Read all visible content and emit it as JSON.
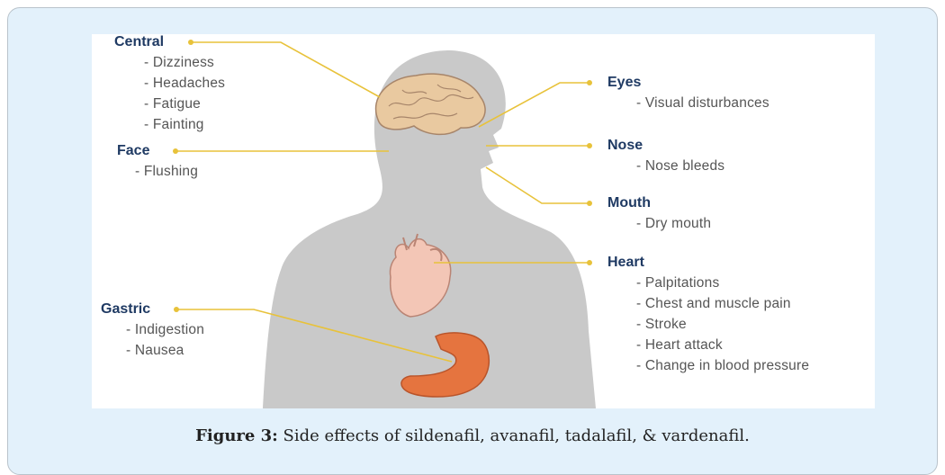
{
  "diagram": {
    "groups": [
      {
        "key": "central",
        "heading": "Central",
        "items": [
          "- Dizziness",
          "- Headaches",
          "- Fatigue",
          "- Fainting"
        ]
      },
      {
        "key": "face",
        "heading": "Face",
        "items": [
          "- Flushing"
        ]
      },
      {
        "key": "gastric",
        "heading": "Gastric",
        "items": [
          "- Indigestion",
          "- Nausea"
        ]
      },
      {
        "key": "eyes",
        "heading": "Eyes",
        "items": [
          "- Visual disturbances"
        ]
      },
      {
        "key": "nose",
        "heading": "Nose",
        "items": [
          "- Nose bleeds"
        ]
      },
      {
        "key": "mouth",
        "heading": "Mouth",
        "items": [
          "- Dry mouth"
        ]
      },
      {
        "key": "heart",
        "heading": "Heart",
        "items": [
          "- Palpitations",
          "- Chest and muscle pain",
          "- Stroke",
          "- Heart attack",
          "- Change in blood pressure"
        ]
      }
    ],
    "colors": {
      "panel_background": "#e3f1fb",
      "silhouette": "#c9c9c9",
      "leader_line": "#e8c23a",
      "heading_text": "#1f3a63",
      "item_text": "#555555",
      "brain": "#e9c9a0",
      "heart": "#f3c6b6",
      "stomach": "#e5743f"
    }
  },
  "caption": {
    "label": "Figure 3:",
    "text": "Side effects of sildenafil, avanafil, tadalafil, & vardenafil."
  }
}
